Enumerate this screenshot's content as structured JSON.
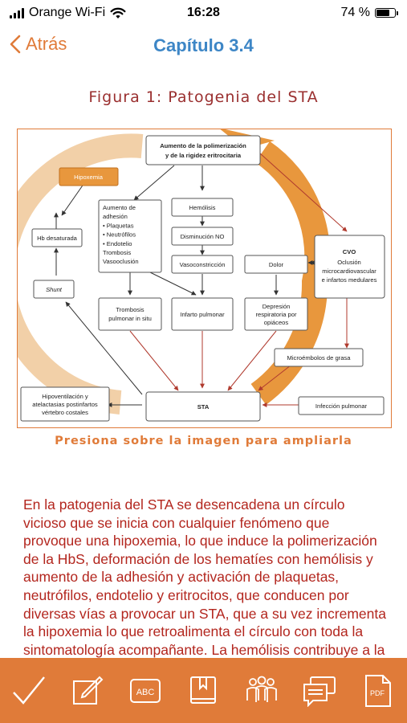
{
  "status": {
    "carrier": "Orange Wi-Fi",
    "time": "16:28",
    "battery": "74 %",
    "battery_level": 0.74
  },
  "nav": {
    "back_label": "Atrás",
    "title": "Capítulo 3.4"
  },
  "figure_title": "Figura 1: Patogenia del STA",
  "diagram": {
    "top_l1": "Aumento de la polimerización",
    "top_l2": "y de la rigidez eritrocitaria",
    "hipoxemia": "Hipoxemia",
    "hb": "Hb desaturada",
    "shunt": "Shunt",
    "adhesion": [
      "Aumento de",
      "adhesión",
      "• Plaquetas",
      "• Neutrófilos",
      "• Endotelio",
      "Trombosis",
      "Vasooclusión"
    ],
    "hemolisis": "Hemólisis",
    "no": "Disminución NO",
    "vaso": "Vasoconstricción",
    "dolor": "Dolor",
    "cvo_title": "CVO",
    "cvo": [
      "Oclusión",
      "microcardiovascular",
      "e infartos medulares"
    ],
    "trombosis": [
      "Trombosis",
      "pulmonar in situ"
    ],
    "infarto": "Infarto pulmonar",
    "depresion": [
      "Depresión",
      "respiratoria por",
      "opiáceos"
    ],
    "microembolos": "Microémbolos de grasa",
    "hipovent": [
      "Hipoventilación y",
      "atelactasias postinfartos",
      "vértebro costales"
    ],
    "sta": "STA",
    "infeccion": "Infección pulmonar"
  },
  "caption": "Presiona sobre la imagen para ampliarla",
  "body_text": "En la patogenia del STA se desencadena un círculo vicioso que se inicia con cualquier fenómeno que provoque una hipoxemia, lo que induce la polimerización de la HbS, deformación de los hematíes con hemólisis y aumento de la adhesión y activación de plaquetas, neutrófilos, endotelio y eritrocitos, que conducen por diversas vías a provocar un STA, que a su vez incrementa la hipoxemia lo que retroalimenta el círculo con toda la sintomatología acompañante. La hemólisis contribuye a la vasoconstricción por",
  "toolbar": {
    "abc": "ABC",
    "pdf": "PDF"
  },
  "colors": {
    "accent": "#e07b39",
    "link": "#3d86c6",
    "text": "#b3261e",
    "title": "#9a2f2f"
  }
}
